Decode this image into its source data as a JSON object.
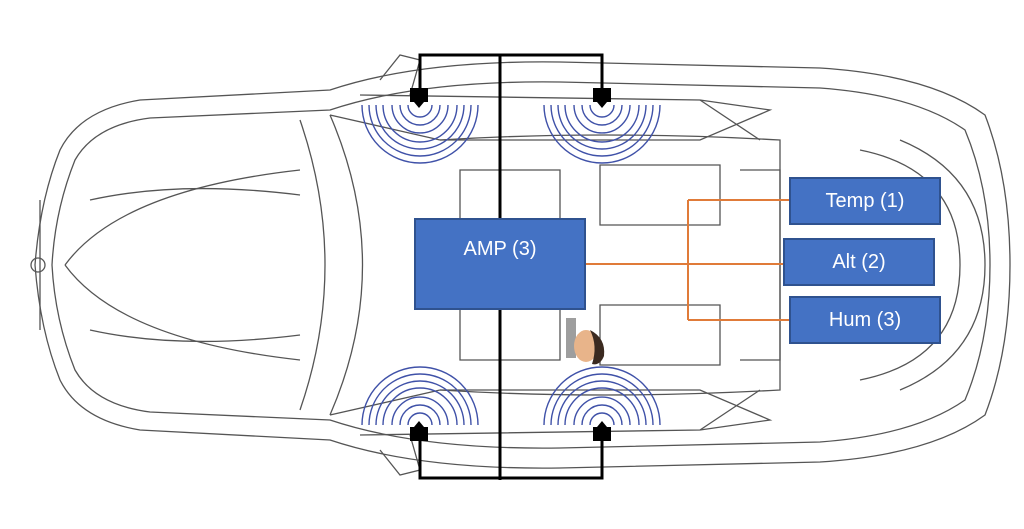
{
  "boxes": {
    "amp": "AMP (3)",
    "temp": "Temp (1)",
    "alt": "Alt (2)",
    "hum": "Hum (3)"
  },
  "colors": {
    "box_fill": "#4472c4",
    "box_border": "#2f528f",
    "wire": "#000000",
    "sensor_wire": "#e07b39",
    "sound_wave": "#3f51a8",
    "car_outline": "#444444"
  },
  "icons": [
    "speaker-icon",
    "sound-wave-icon",
    "driver-icon",
    "car-outline-icon"
  ]
}
